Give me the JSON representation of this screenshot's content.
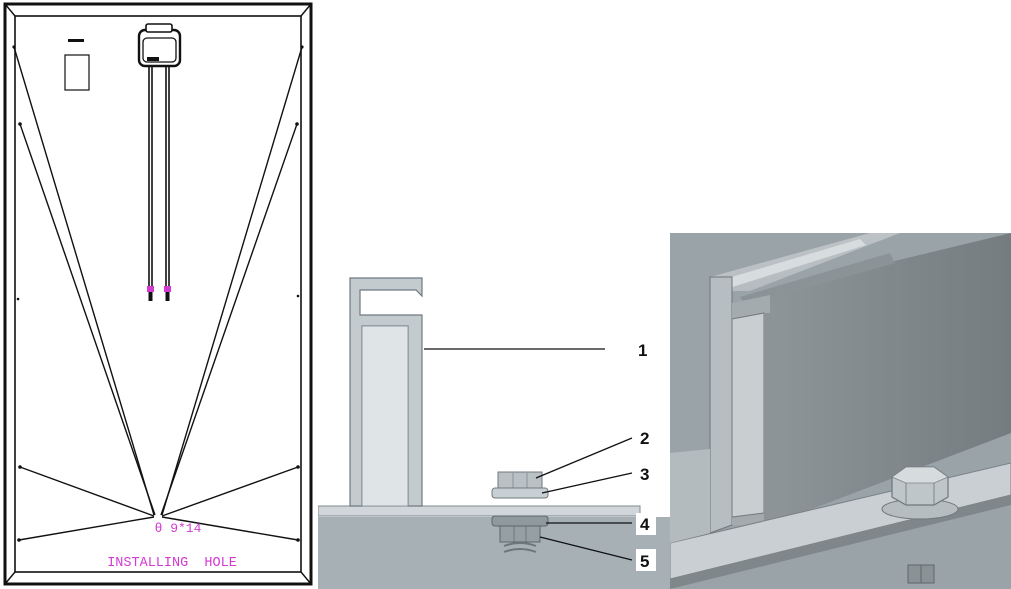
{
  "panel_back": {
    "hole_label": "θ 9*14",
    "hole_caption": "INSTALLING  HOLE",
    "label_color": "#d23ad2"
  },
  "panel_section": {
    "callouts": [
      "1",
      "2",
      "3",
      "4",
      "5"
    ]
  },
  "panel_render": {}
}
